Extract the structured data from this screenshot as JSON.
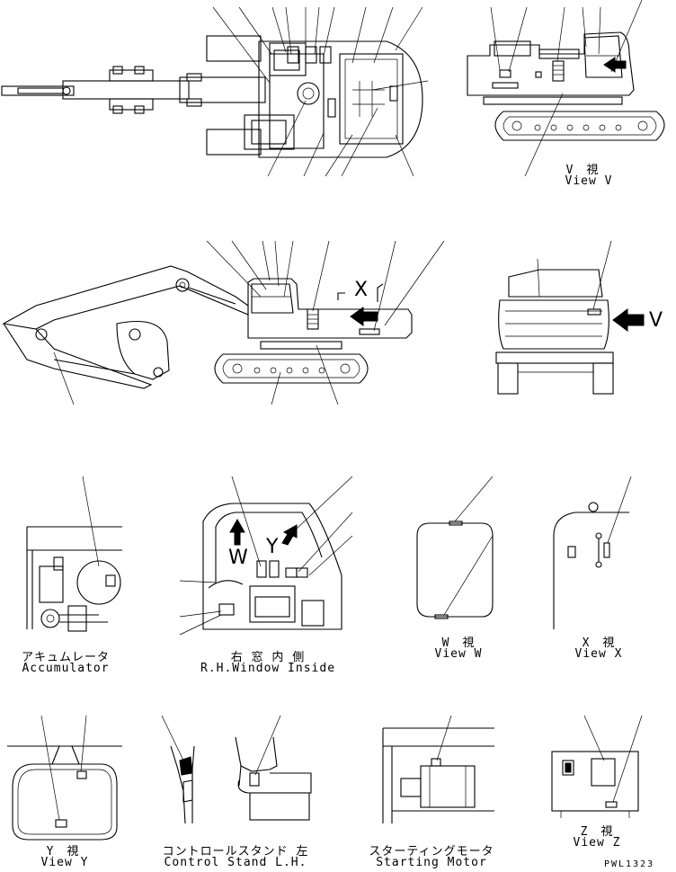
{
  "views": {
    "view_v": {
      "jp": "V　視",
      "en": "View V"
    },
    "view_w": {
      "jp": "W　視",
      "en": "View W"
    },
    "view_x": {
      "jp": "X　視",
      "en": "View X"
    },
    "view_y": {
      "jp": "Y　視",
      "en": "View Y"
    },
    "view_z": {
      "jp": "Z　視",
      "en": "View Z"
    },
    "accumulator": {
      "jp": "アキュムレータ",
      "en": "Accumulator"
    },
    "rh_window": {
      "jp": "右 窓 内 側",
      "en": "R.H.Window Inside"
    },
    "control_stand": {
      "jp": "コントロールスタンド 左",
      "en": "Control Stand L.H."
    },
    "starting_motor": {
      "jp": "スターティングモータ",
      "en": "Starting Motor"
    }
  },
  "markers": {
    "v_side": "V",
    "x_side": "X",
    "y_cab": "Y",
    "w_cab": "W"
  },
  "drawing_code": "PWL1323"
}
